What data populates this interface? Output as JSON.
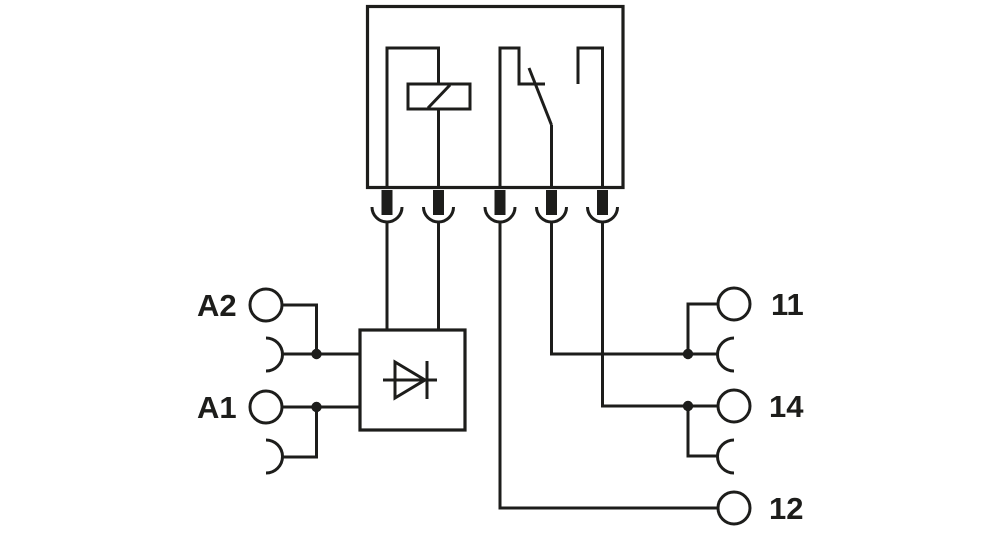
{
  "colors": {
    "line": "#1d1d1b",
    "background": "#ffffff"
  },
  "module": {
    "symbols": [
      "relay-coil",
      "changeover-contact"
    ],
    "plug_contact_count": 5
  },
  "input_block": {
    "symbol": "diode"
  },
  "terminals": {
    "a2": {
      "label": "A2"
    },
    "a1": {
      "label": "A1"
    },
    "t11": {
      "label": "11"
    },
    "t14": {
      "label": "14"
    },
    "t12": {
      "label": "12"
    }
  }
}
